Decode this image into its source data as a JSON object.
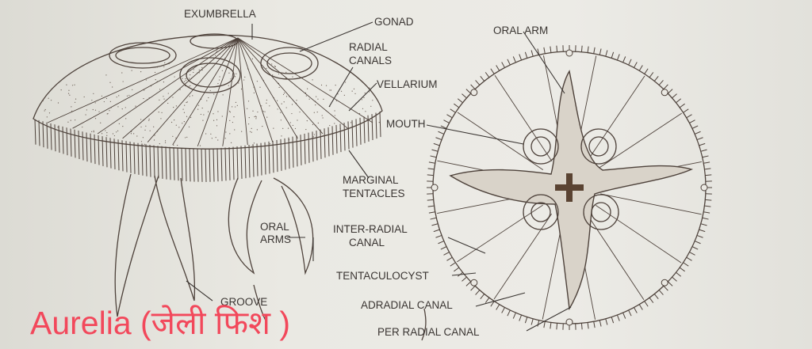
{
  "title": "Aurelia (जेली फिश )",
  "left_figure_labels": {
    "exumbrella": "EXUMBRELLA",
    "gonad": "GONAD",
    "radial_canals_1": "RADIAL",
    "radial_canals_2": "CANALS",
    "vellarium": "VELLARIUM",
    "marginal_tentacles_1": "MARGINAL",
    "marginal_tentacles_2": "TENTACLES",
    "oral_arms_1": "ORAL",
    "oral_arms_2": "ARMS",
    "groove": "GROOVE"
  },
  "right_figure_labels": {
    "oral_arm": "ORAL ARM",
    "mouth": "MOUTH",
    "inter_radial_canal_1": "INTER-RADIAL",
    "inter_radial_canal_2": "CANAL",
    "tentaculocyst": "TENTACULOCYST",
    "adradial_canal": "ADRADIAL CANAL",
    "per_radial_canal": "PER RADIAL CANAL"
  },
  "colors": {
    "title": "#f2485b",
    "ink": "#4e423b"
  }
}
